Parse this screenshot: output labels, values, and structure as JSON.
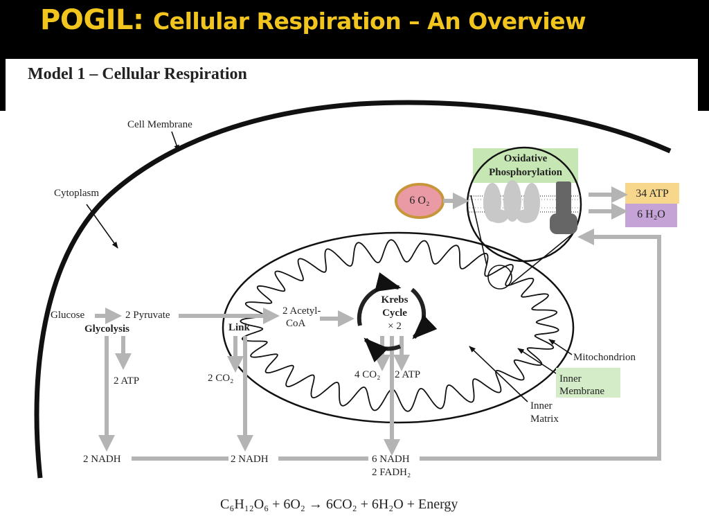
{
  "slide": {
    "title_main": "POGIL:",
    "title_rest": "Cellular Respiration – An Overview"
  },
  "model": {
    "title": "Model 1 – Cellular Respiration"
  },
  "labels": {
    "cell_membrane": "Cell Membrane",
    "cytoplasm": "Cytoplasm",
    "oxidative_line1": "Oxidative",
    "oxidative_line2": "Phosphorylation",
    "oxygen": "6 O₂",
    "atp_34": "34 ATP",
    "water": "6 H₂O",
    "glucose": "Glucose",
    "pyruvate": "2 Pyruvate",
    "glycolysis": "Glycolysis",
    "acetyl_line1": "2 Acetyl-",
    "acetyl_line2": "CoA",
    "link": "Link",
    "krebs_line1": "Krebs",
    "krebs_line2": "Cycle",
    "krebs_times": "× 2",
    "atp_glycolysis": "2 ATP",
    "co2_link": "2 CO₂",
    "co2_krebs": "4 CO₂",
    "atp_krebs": "2 ATP",
    "mitochondrion": "Mitochondrion",
    "inner_membrane_line1": "Inner",
    "inner_membrane_line2": "Membrane",
    "inner_matrix_line1": "Inner",
    "inner_matrix_line2": "Matrix",
    "nadh_1": "2 NADH",
    "nadh_2": "2 NADH",
    "nadh_3": "6 NADH",
    "fadh": "2 FADH₂"
  },
  "equation": "C₆H₁₂O₆  +  6O₂  →  6CO₂  +  6H₂O  +  Energy",
  "colors": {
    "title_gold": "#f2c51e",
    "oxidative_green": "#c6e6b4",
    "inner_membrane_green": "#d4ecc7",
    "atp_yellow": "#f7d78b",
    "water_purple": "#c5a3d6",
    "oxygen_pink": "#ea9aa4",
    "oxygen_ring": "#c8963a",
    "arrow_gray": "#b4b4b4",
    "line_dark": "#111111"
  }
}
